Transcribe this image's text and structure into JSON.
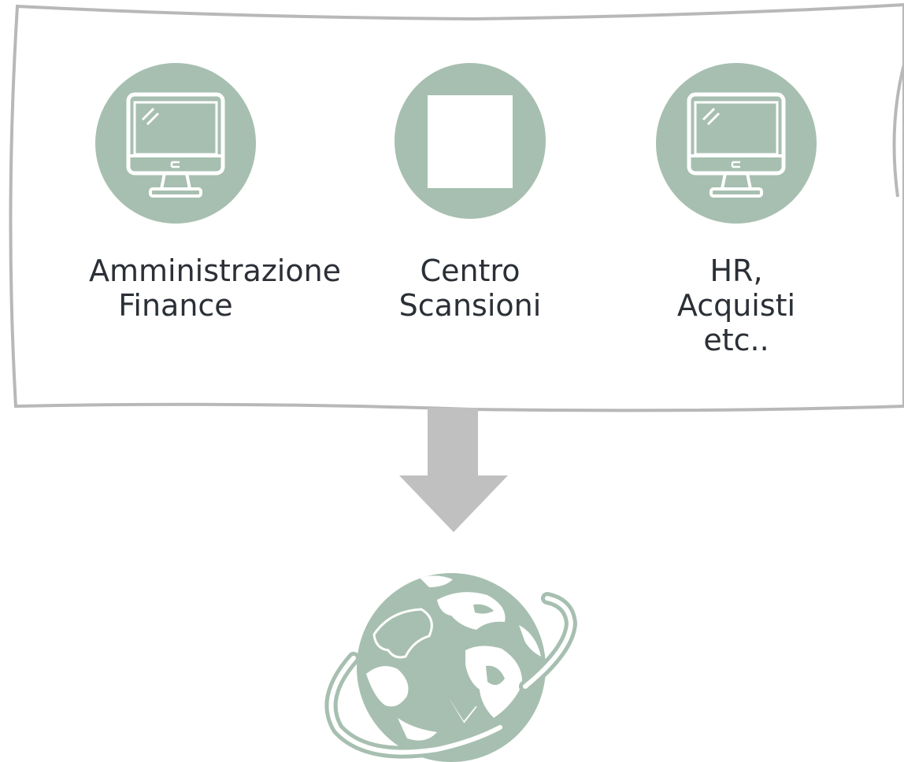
{
  "colors": {
    "accent": "#a7bfb0",
    "frame": "#b8b8b8",
    "arrow": "#c0c0c0",
    "text": "#2b2f36",
    "icon_fg": "#ffffff"
  },
  "nodes": [
    {
      "label": "Amministrazione\nFinance",
      "icon": "desktop-monitor-icon"
    },
    {
      "label": "Centro\nScansioni",
      "icon": "document-icon"
    },
    {
      "label": "HR,\nAcquisti\netc..",
      "icon": "desktop-monitor-icon"
    }
  ],
  "destination": {
    "icon": "globe-icon"
  }
}
